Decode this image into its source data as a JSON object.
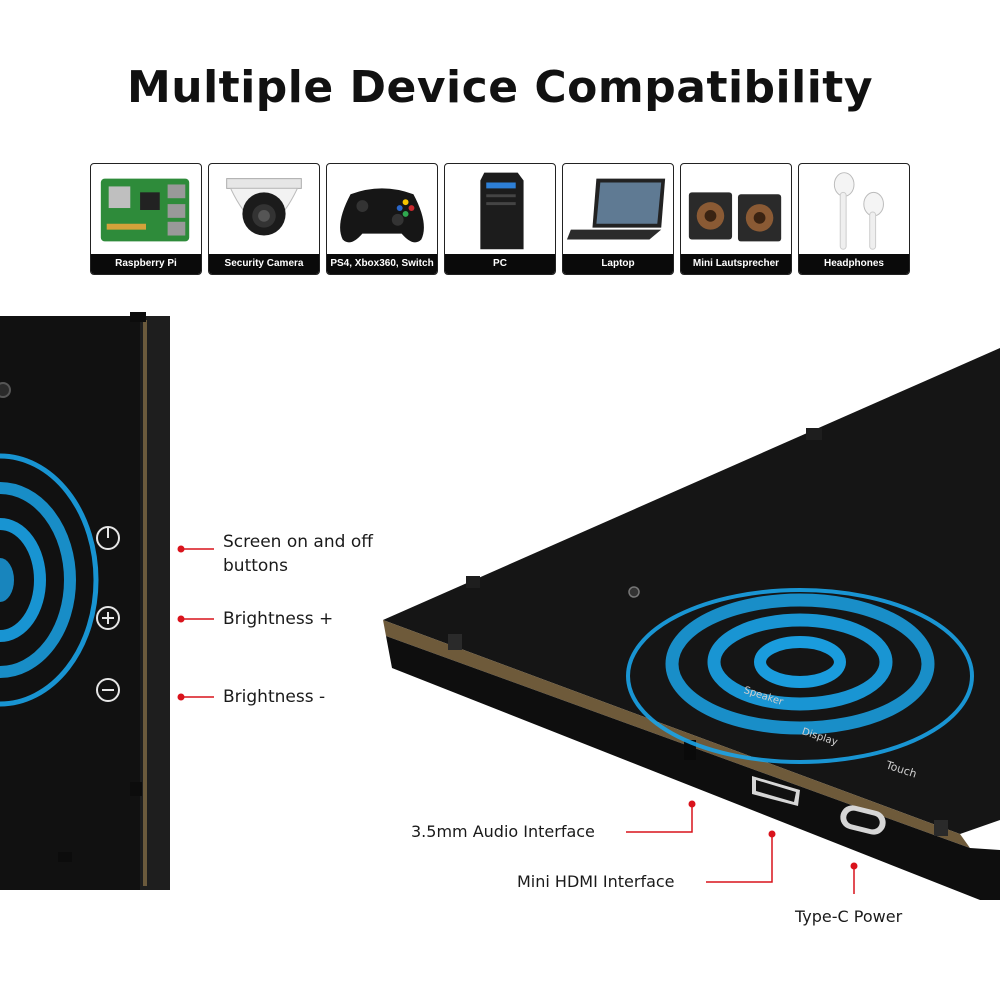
{
  "title": "Multiple Device Compatibility",
  "devices": [
    {
      "label": "Raspberry Pi",
      "icon": "raspberry-pi-board-icon"
    },
    {
      "label": "Security Camera",
      "icon": "security-camera-icon"
    },
    {
      "label": "PS4, Xbox360, Switch",
      "icon": "game-controller-icon"
    },
    {
      "label": "PC",
      "icon": "pc-tower-icon"
    },
    {
      "label": "Laptop",
      "icon": "laptop-icon"
    },
    {
      "label": "Mini Lautsprecher",
      "icon": "mini-speakers-icon"
    },
    {
      "label": "Headphones",
      "icon": "headphones-icon"
    }
  ],
  "left_callouts": {
    "power": "Screen on and off buttons",
    "brightness_up": "Brightness +",
    "brightness_down": "Brightness -"
  },
  "right_callouts": {
    "audio": "3.5mm Audio Interface",
    "hdmi": "Mini HDMI Interface",
    "power": "Type-C Power"
  },
  "port_labels": {
    "touch": "Touch",
    "display": "Display",
    "speaker": "Speaker"
  },
  "colors": {
    "accent_red": "#d9131c",
    "wave_blue": "#1aa3e8",
    "device_black": "#121212"
  }
}
